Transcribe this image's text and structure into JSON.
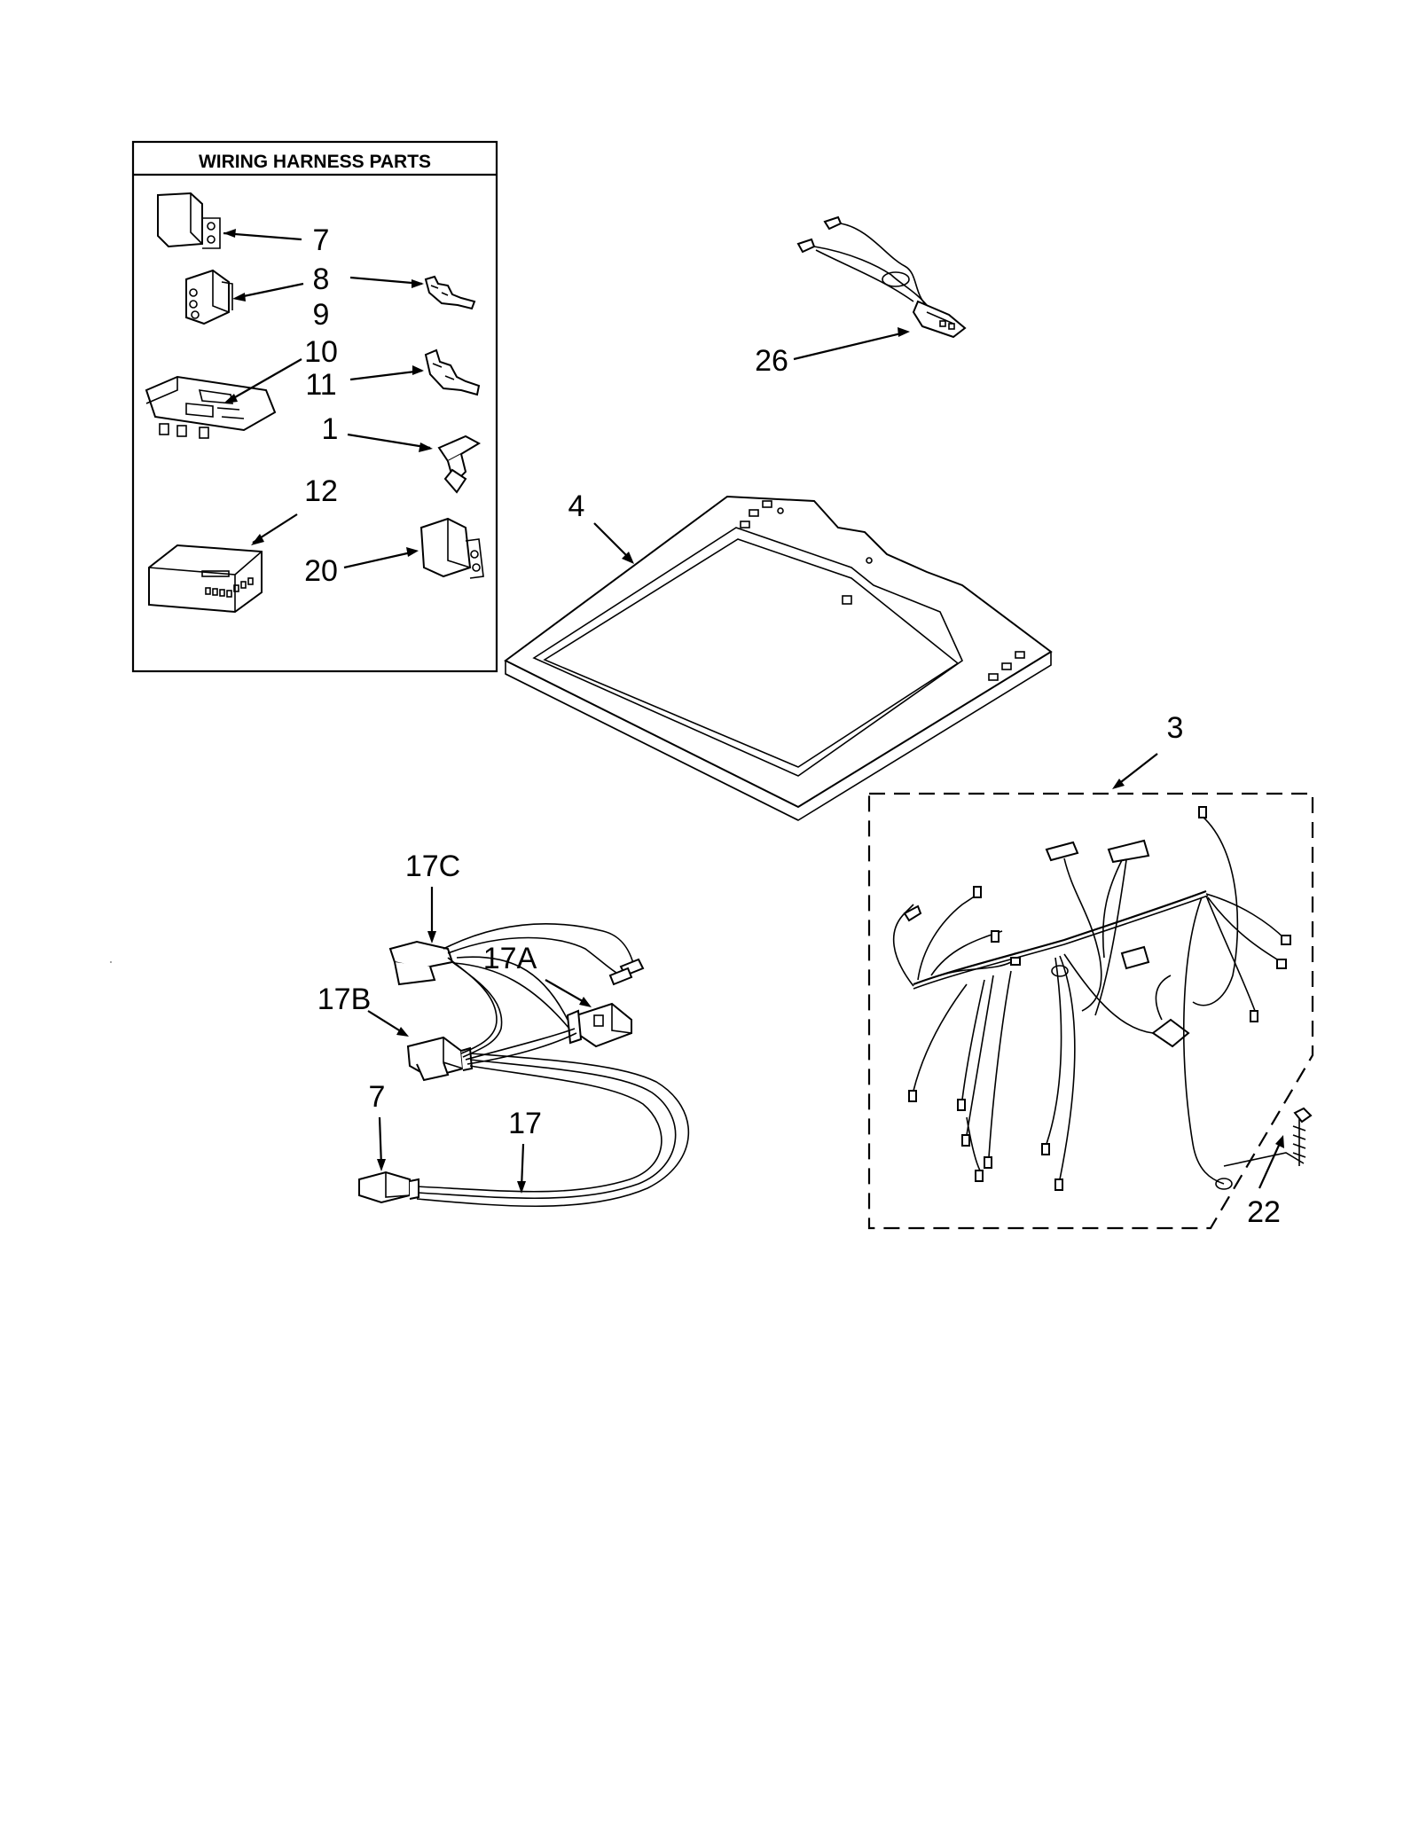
{
  "inset_box": {
    "title": "WIRING HARNESS PARTS"
  },
  "labels": {
    "p7_inset": "7",
    "p8": "8",
    "p9": "9",
    "p10": "10",
    "p11": "11",
    "p1": "1",
    "p12": "12",
    "p20": "20",
    "p26": "26",
    "p4": "4",
    "p3": "3",
    "p17c": "17C",
    "p17a": "17A",
    "p17b": "17B",
    "p7_main": "7",
    "p17": "17",
    "p22": "22"
  }
}
